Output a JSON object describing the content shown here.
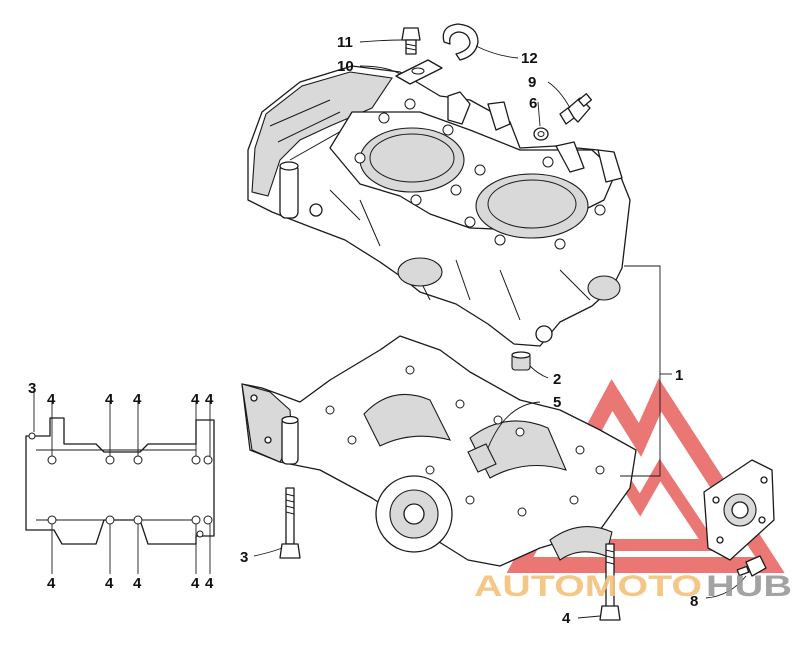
{
  "callouts": {
    "c1": "1",
    "c2": "2",
    "c3_inset": "3",
    "c3_bolt": "3",
    "c4_bottom": "4",
    "c4_inset_top": [
      "4",
      "4",
      "4",
      "4",
      "4"
    ],
    "c4_inset_bottom": [
      "4",
      "4",
      "4",
      "4",
      "4"
    ],
    "c5": "5",
    "c6": "6",
    "c8": "8",
    "c9": "9",
    "c10": "10",
    "c11": "11",
    "c12": "12"
  },
  "watermark": {
    "left": "AUTOMOTO",
    "right": "HUB",
    "color_left": "#f5c27a",
    "color_right": "#9a9a9a",
    "logo_color": "#e8605e"
  }
}
